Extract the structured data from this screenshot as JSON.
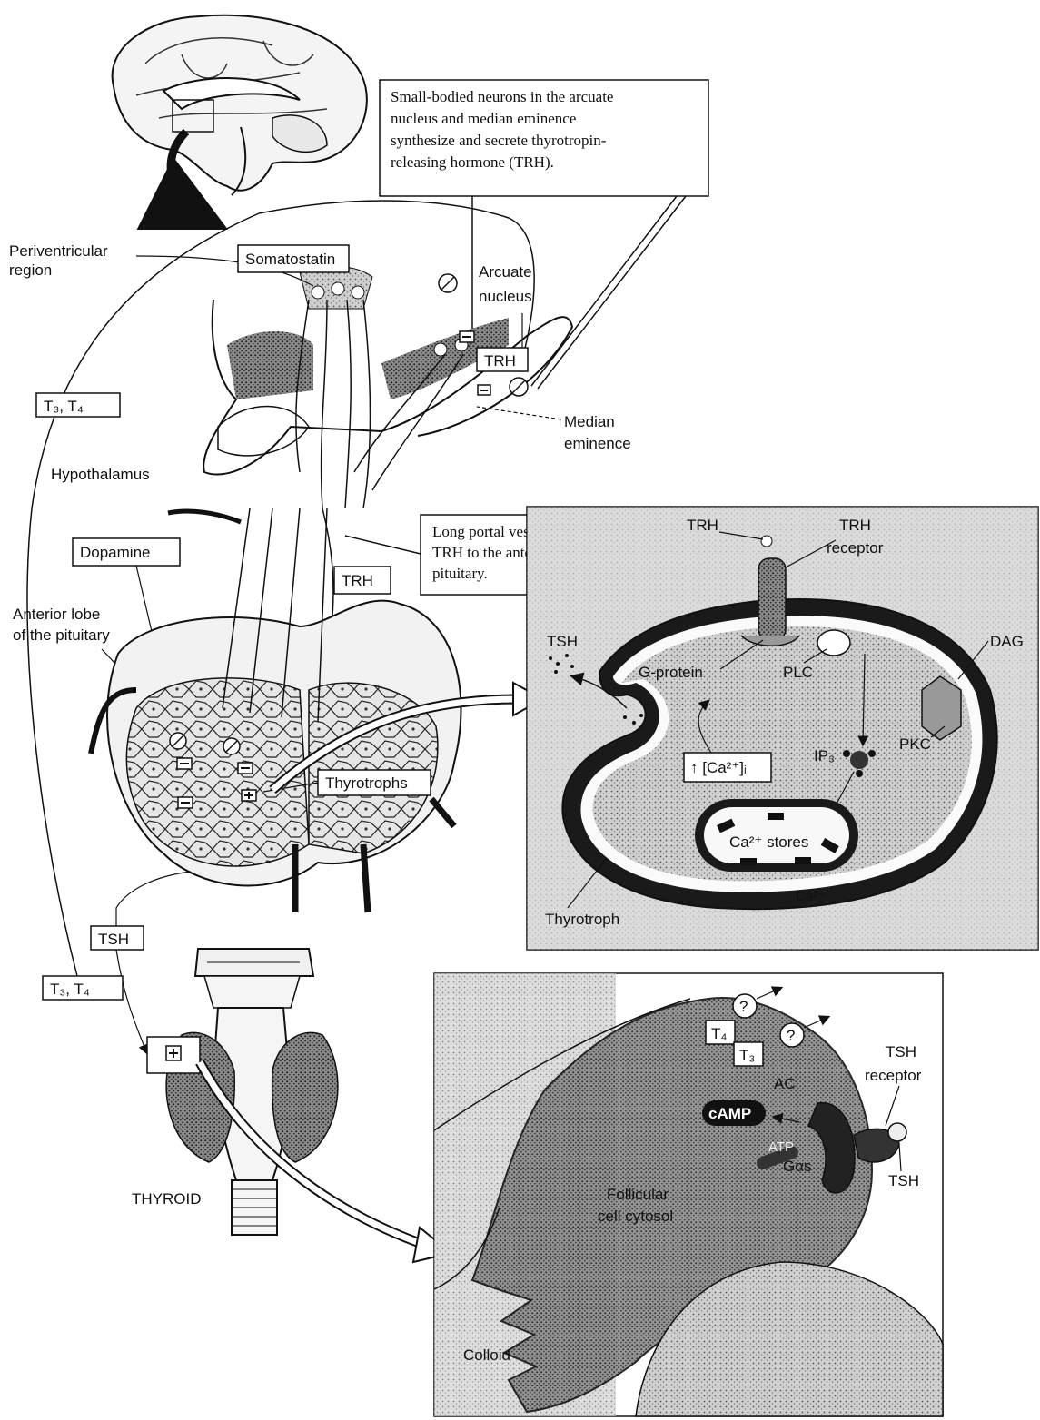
{
  "callouts": {
    "trh_neurons": [
      "Small-bodied neurons in the arcuate",
      "nucleus and median eminence",
      "synthesize and secrete thyrotropin-",
      "releasing hormone (TRH)."
    ],
    "portal_vessels": [
      "Long portal vessels carry",
      "TRH to the anterior",
      "pituitary."
    ]
  },
  "labels": {
    "periventricular": [
      "Periventricular",
      "region"
    ],
    "somatostatin": "Somatostatin",
    "arcuate": [
      "Arcuate",
      "nucleus"
    ],
    "trh_arcuate": "TRH",
    "median": [
      "Median",
      "eminence"
    ],
    "t3t4_upper": "T₃, T₄",
    "hypothalamus": "Hypothalamus",
    "dopamine": "Dopamine",
    "trh_portal": "TRH",
    "anterior_lobe": [
      "Anterior lobe",
      "of the pituitary"
    ],
    "thyrotrophs": "Thyrotrophs",
    "tsh_left": "TSH",
    "t3t4_lower": "T₃, T₄",
    "thyroid": "THYROID"
  },
  "cell_panel": {
    "trh": "TRH",
    "trh_receptor": [
      "TRH",
      "receptor"
    ],
    "tsh": "TSH",
    "g_protein": "G-protein",
    "plc": "PLC",
    "dag": "DAG",
    "pkc": "PKC",
    "ip3": "IP₃",
    "ca_i": "↑ [Ca²⁺]ᵢ",
    "ca_stores": "Ca²⁺ stores",
    "ca_small": "Ca²⁺",
    "thyrotroph": "Thyrotroph"
  },
  "follicle_panel": {
    "t4": "T₄",
    "t3": "T₃",
    "q1": "?",
    "q2": "?",
    "ac": "AC",
    "camp": "cAMP",
    "atp": "ATP",
    "tsh_receptor": [
      "TSH",
      "receptor"
    ],
    "g_alpha": "Gαs",
    "tsh": "TSH",
    "cytosol": [
      "Follicular",
      "cell cytosol"
    ],
    "colloid": "Colloid"
  }
}
